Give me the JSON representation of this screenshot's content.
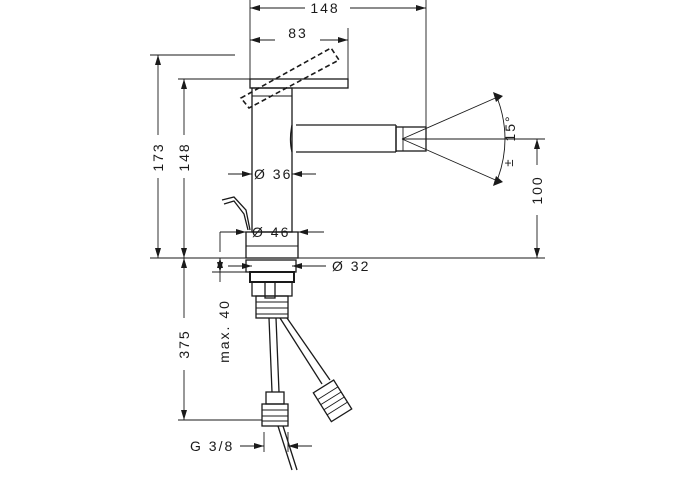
{
  "dimensions": {
    "overall_reach": "148",
    "lever_reach": "83",
    "total_height": "173",
    "spout_height": "148",
    "body_diameter": "Ø 36",
    "base_diameter": "Ø 46",
    "shank_diameter": "Ø 32",
    "nozzle_height": "100",
    "tilt_angle": "15°",
    "tilt_sign": "±",
    "below_counter": "375",
    "counter_thickness": "max. 40",
    "connection_thread": "G 3/8"
  }
}
